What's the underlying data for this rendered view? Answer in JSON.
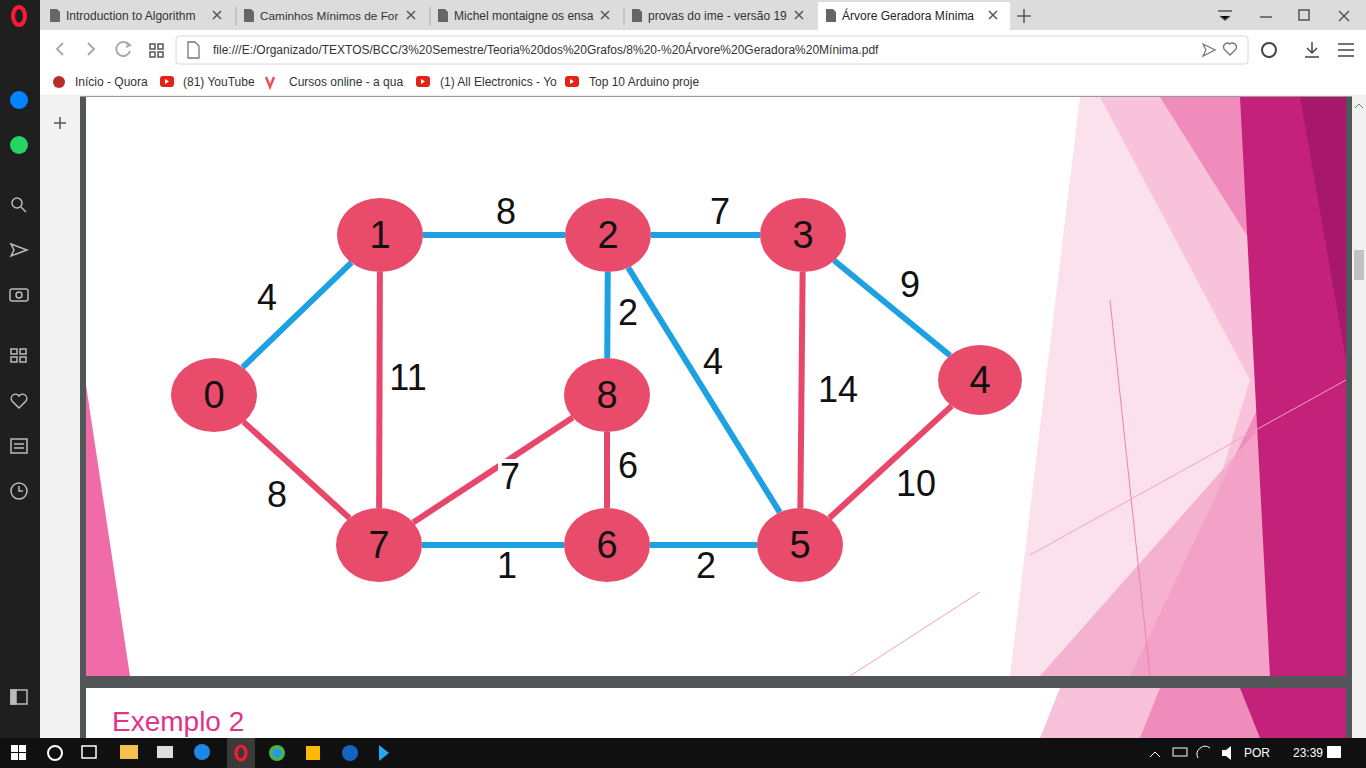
{
  "diagram": {
    "nodes": [
      {
        "text": [
          "0"
        ]
      },
      {
        "text": [
          "1"
        ]
      },
      {
        "text": [
          "2"
        ]
      },
      {
        "text": [
          "3"
        ]
      },
      {
        "text": [
          "4"
        ]
      },
      {
        "text": [
          "5"
        ]
      },
      {
        "text": [
          "6"
        ]
      },
      {
        "text": [
          "7"
        ]
      },
      {
        "text": [
          "8"
        ]
      }
    ],
    "edges": [
      {
        "from": 1,
        "to": 2,
        "arrow": "none",
        "label": "8"
      },
      {
        "from": 2,
        "to": 3,
        "arrow": "none",
        "label": "7"
      },
      {
        "from": 3,
        "to": 4,
        "arrow": "none",
        "label": "9"
      },
      {
        "from": 0,
        "to": 1,
        "arrow": "none",
        "label": "4"
      },
      {
        "from": 1,
        "to": 7,
        "arrow": "none",
        "label": "11"
      },
      {
        "from": 2,
        "to": 8,
        "arrow": "none",
        "label": "2"
      },
      {
        "from": 2,
        "to": 5,
        "arrow": "none",
        "label": "4"
      },
      {
        "from": 3,
        "to": 5,
        "arrow": "none",
        "label": "14"
      },
      {
        "from": 8,
        "to": 7,
        "arrow": "none",
        "label": "7"
      },
      {
        "from": 8,
        "to": 6,
        "arrow": "none",
        "label": "6"
      },
      {
        "from": 0,
        "to": 7,
        "arrow": "none",
        "label": "8"
      },
      {
        "from": 7,
        "to": 6,
        "arrow": "none",
        "label": "1"
      },
      {
        "from": 6,
        "to": 5,
        "arrow": "none",
        "label": "2"
      },
      {
        "from": 5,
        "to": 4,
        "arrow": "none",
        "label": "10"
      }
    ],
    "labels": [
      "Introduction to Algorithm",
      "Caminhos Mínimos de For",
      "Michel montaigne os ensa",
      "provas do ime - versão 19",
      "Árvore Geradora Mínima",
      "file:///E:/Organizado/TEXTOS/BCC/3%20Semestre/Teoria%20dos%20Grafos/8%20-%20Árvore%20Geradora%20Mínima.pdf",
      "Início - Quora",
      "(81) YouTube",
      "Cursos online - a qua",
      "(1) All Electronics - Yo",
      "Top 10 Arduino proje",
      "Exemplo 2",
      "POR",
      "23:39"
    ]
  }
}
